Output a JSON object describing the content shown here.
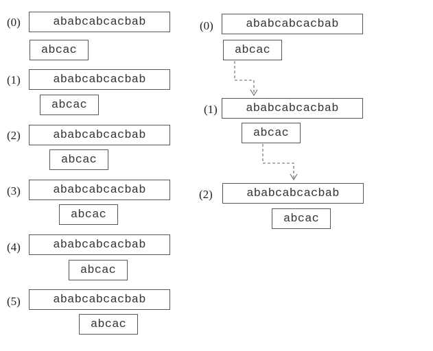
{
  "text": "ababcabcacbab",
  "pattern": "abcac",
  "naive": {
    "steps": [
      "(0)",
      "(1)",
      "(2)",
      "(3)",
      "(4)",
      "(5)"
    ]
  },
  "kmp": {
    "steps": [
      "(0)",
      "(1)",
      "(2)"
    ]
  }
}
